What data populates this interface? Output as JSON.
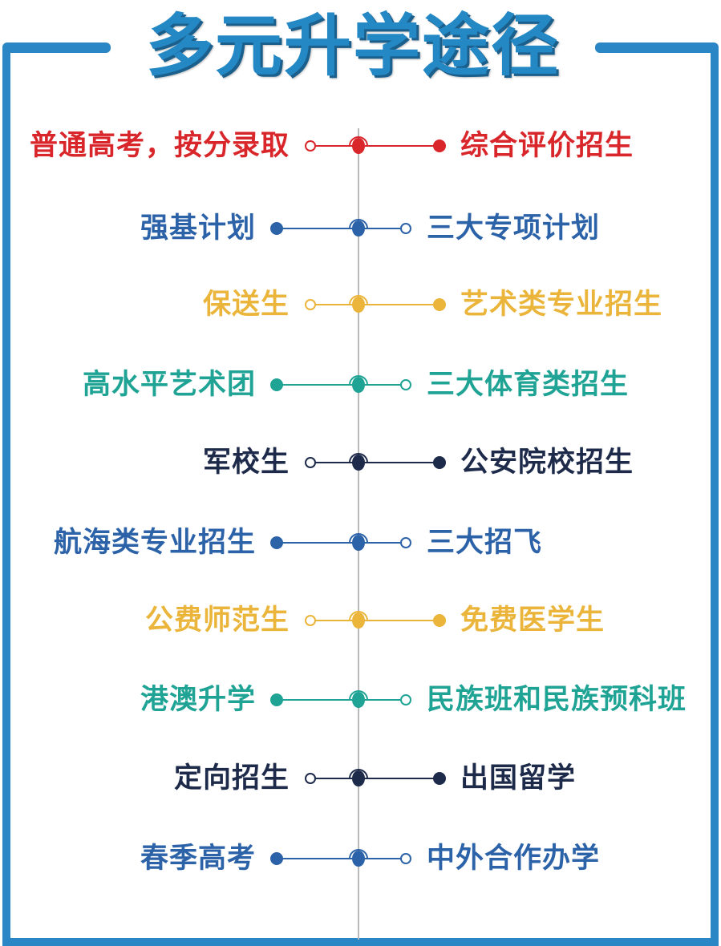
{
  "title": "多元升学途径",
  "colors": {
    "frame": "#2a86c4",
    "title": "#2488c5",
    "spine": "#b9b9b9",
    "red": "#d8262b",
    "blue": "#2b62a8",
    "gold": "#eab53a",
    "teal": "#1fa394",
    "navy": "#1d2a4a"
  },
  "rows": [
    {
      "left": "普通高考，按分录取",
      "right": "综合评价招生",
      "color": "red",
      "pattern": "A"
    },
    {
      "left": "强基计划",
      "right": "三大专项计划",
      "color": "blue",
      "pattern": "B"
    },
    {
      "left": "保送生",
      "right": "艺术类专业招生",
      "color": "gold",
      "pattern": "A"
    },
    {
      "left": "高水平艺术团",
      "right": "三大体育类招生",
      "color": "teal",
      "pattern": "B"
    },
    {
      "left": "军校生",
      "right": "公安院校招生",
      "color": "navy",
      "pattern": "A"
    },
    {
      "left": "航海类专业招生",
      "right": "三大招飞",
      "color": "blue",
      "pattern": "B"
    },
    {
      "left": "公费师范生",
      "right": "免费医学生",
      "color": "gold",
      "pattern": "A"
    },
    {
      "left": "港澳升学",
      "right": "民族班和民族预科班",
      "color": "teal",
      "pattern": "B"
    },
    {
      "left": "定向招生",
      "right": "出国留学",
      "color": "navy",
      "pattern": "A"
    },
    {
      "left": "春季高考",
      "right": "中外合作办学",
      "color": "blue",
      "pattern": "B"
    }
  ]
}
